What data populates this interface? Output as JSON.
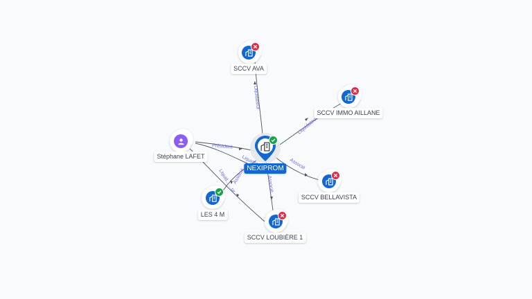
{
  "colors": {
    "company": "#1267d1",
    "person": "#8b5cf6",
    "active": "#16a34a",
    "closed": "#dc2e4a",
    "edge": "#4b5563",
    "edge_label": "#6d6ae0"
  },
  "center": {
    "name": "NEXIPROM",
    "icon": "building-icon",
    "status": "active"
  },
  "nodes": {
    "ava": {
      "name": "SCCV AVA",
      "icon": "building-icon",
      "status": "closed"
    },
    "immo": {
      "name": "SCCV IMMO AILLANE",
      "icon": "building-icon",
      "status": "closed"
    },
    "bellavista": {
      "name": "SCCV BELLAVISTA",
      "icon": "building-icon",
      "status": "closed"
    },
    "loubiere": {
      "name": "SCCV LOUBIÈRE 1",
      "icon": "building-icon",
      "status": "closed"
    },
    "les4m": {
      "name": "LES 4 M",
      "icon": "building-icon",
      "status": "active"
    },
    "stephane": {
      "name": "Stéphane LAFET",
      "icon": "person-icon",
      "status": "none"
    }
  },
  "edges": {
    "ava": "Liquidateur",
    "immo": "Liquidateur",
    "bellavista": "Associé",
    "loubiere": "Associé",
    "stephane_president": "Président",
    "stephane_liquidateur": "Liquidateur",
    "les4m_associe": "Associé",
    "les4m_liquidateur": "Liquid... ...ur"
  }
}
